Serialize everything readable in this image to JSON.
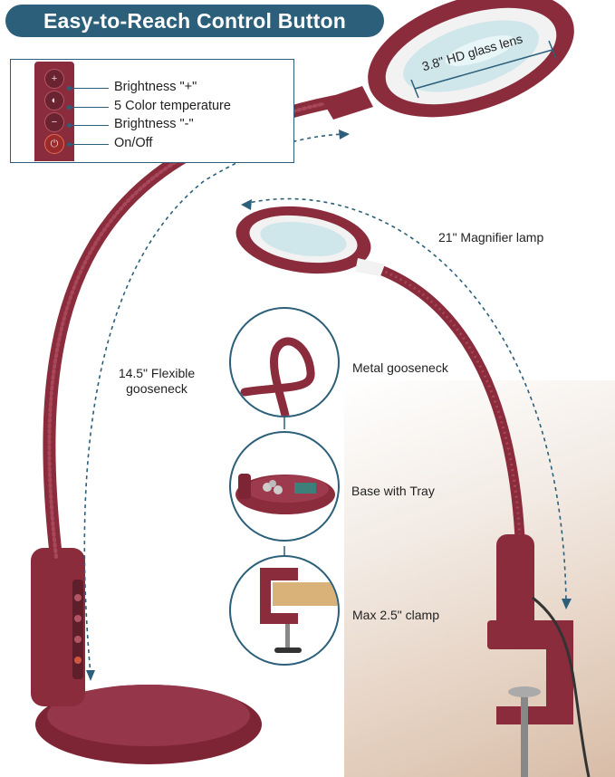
{
  "header": {
    "title": "Easy-to-Reach Control Button"
  },
  "controls": {
    "items": [
      {
        "label": "Brightness \"+\"",
        "icon": "plus-icon"
      },
      {
        "label": "5 Color temperature",
        "icon": "color-temperature-icon"
      },
      {
        "label": "Brightness \"-\"",
        "icon": "minus-icon"
      },
      {
        "label": "On/Off",
        "icon": "power-icon"
      }
    ]
  },
  "lens": {
    "label": "3.8\" HD glass lens"
  },
  "gooseneck": {
    "line1": "14.5\" Flexible",
    "line2": "gooseneck"
  },
  "lamp": {
    "label": "21\" Magnifier lamp"
  },
  "features": [
    {
      "label": "Metal gooseneck"
    },
    {
      "label": "Base with Tray"
    },
    {
      "label": "Max 2.5\" clamp"
    }
  ],
  "colors": {
    "lamp_body": "#8a2c3c",
    "accent": "#2b5f7a",
    "lens": "#cfe6ea"
  }
}
